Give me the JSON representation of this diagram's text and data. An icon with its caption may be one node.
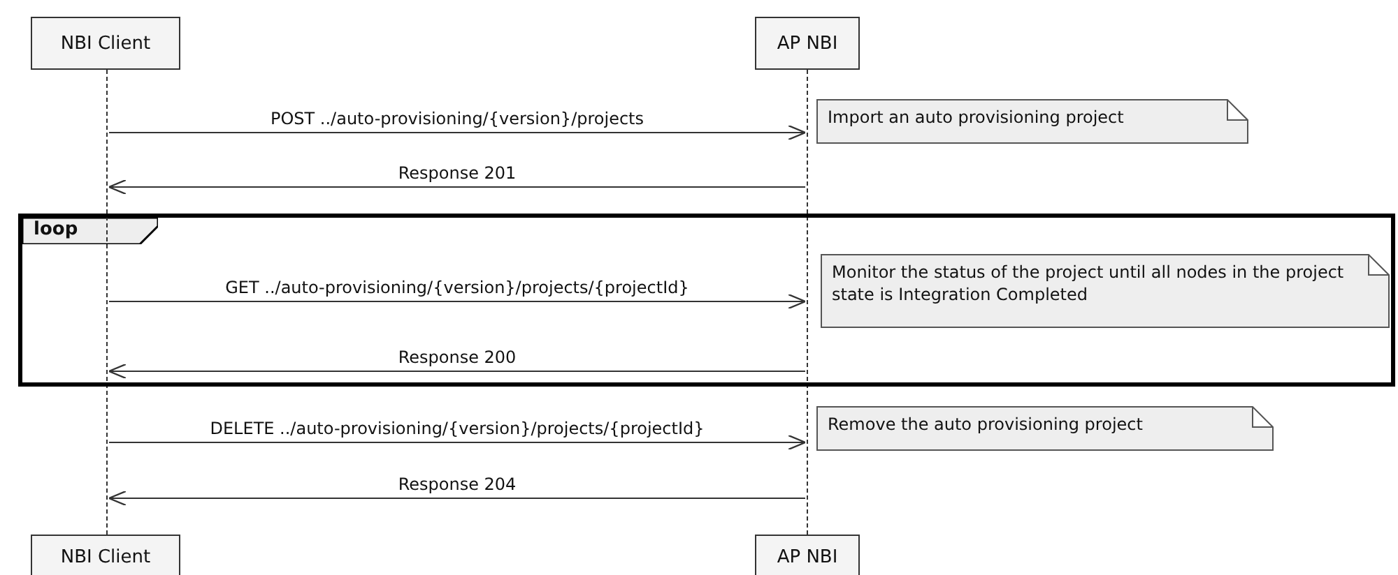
{
  "diagram": {
    "nodes": [
      {
        "text": [
          "NBI Client"
        ]
      },
      {
        "text": [
          "AP NBI"
        ]
      },
      {
        "text": [],
        "shape": "bar"
      },
      {
        "text": [],
        "shape": "bar"
      },
      {
        "text": [
          "Import an auto provisioning project"
        ]
      },
      {
        "text": [
          "loop"
        ]
      },
      {
        "text": [
          "Monitor the status of the project until all nodes in the project state is Integration Completed"
        ],
        "in": 5
      },
      {
        "text": [
          "Remove the auto provisioning project"
        ]
      },
      {
        "text": [
          "NBI Client"
        ]
      },
      {
        "text": [
          "AP NBI"
        ]
      }
    ],
    "edges": [
      {
        "from": 2,
        "to": 3,
        "arrow": "to",
        "label": "POST ../auto-provisioning/{version}/projects"
      },
      {
        "from": 3,
        "to": 2,
        "arrow": "to",
        "label": "Response 201"
      },
      {
        "from": 2,
        "to": 3,
        "arrow": "to",
        "label": "GET ../auto-provisioning/{version}/projects/{projectId}"
      },
      {
        "from": 3,
        "to": 2,
        "arrow": "to",
        "label": "Response 200"
      },
      {
        "from": 2,
        "to": 3,
        "arrow": "to",
        "label": "DELETE ../auto-provisioning/{version}/projects/{projectId}"
      },
      {
        "from": 3,
        "to": 2,
        "arrow": "to",
        "label": "Response 204"
      }
    ]
  }
}
